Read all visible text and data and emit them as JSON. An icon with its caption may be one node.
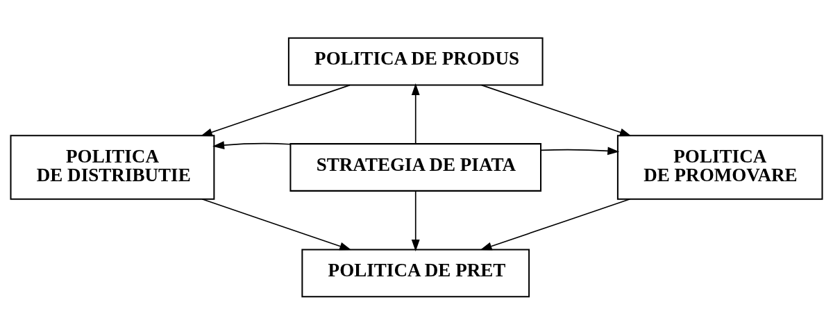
{
  "diagram": {
    "nodes": [
      {
        "text": [
          "POLITICA DE PRODUS"
        ]
      },
      {
        "text": [
          "POLITICA DE DISTRIBUTIE"
        ]
      },
      {
        "text": [
          "STRATEGIA DE PIATA"
        ]
      },
      {
        "text": [
          "POLITICA DE PROMOVARE"
        ]
      },
      {
        "text": [
          "POLITICA DE PRET"
        ]
      }
    ],
    "edges": [
      {
        "from": 2,
        "to": 0,
        "arrow": "to"
      },
      {
        "from": 2,
        "to": 1,
        "arrow": "to"
      },
      {
        "from": 2,
        "to": 3,
        "arrow": "to"
      },
      {
        "from": 2,
        "to": 4,
        "arrow": "to"
      },
      {
        "from": 0,
        "to": 1,
        "arrow": "to"
      },
      {
        "from": 0,
        "to": 3,
        "arrow": "to"
      },
      {
        "from": 1,
        "to": 4,
        "arrow": "to"
      },
      {
        "from": 3,
        "to": 4,
        "arrow": "to"
      }
    ]
  }
}
